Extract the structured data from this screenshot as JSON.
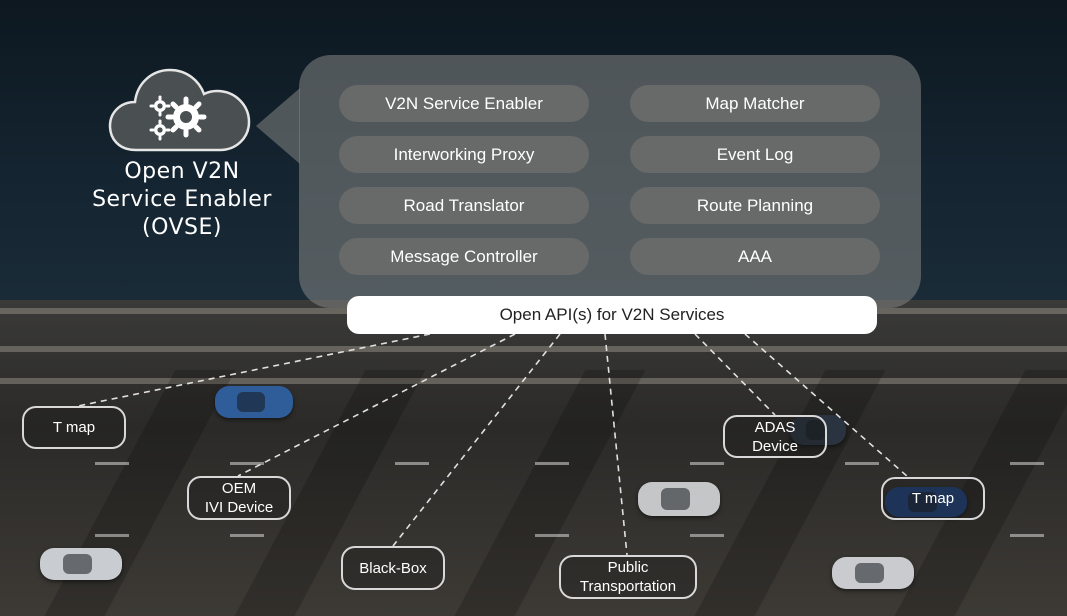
{
  "ovse": {
    "icon": "gears-icon",
    "title": "Open V2N\nService Enabler\n(OVSE)"
  },
  "modules": [
    {
      "label": "V2N Service Enabler"
    },
    {
      "label": "Map Matcher"
    },
    {
      "label": "Interworking Proxy"
    },
    {
      "label": "Event Log"
    },
    {
      "label": "Road Translator"
    },
    {
      "label": "Route Planning"
    },
    {
      "label": "Message Controller"
    },
    {
      "label": "AAA"
    }
  ],
  "api": {
    "label": "Open API(s) for V2N Services"
  },
  "devices": [
    {
      "label": "T map"
    },
    {
      "label": "OEM\nIVI Device"
    },
    {
      "label": "Black-Box"
    },
    {
      "label": "Public\nTransportation"
    },
    {
      "label": "ADAS\nDevice"
    },
    {
      "label": "T map"
    }
  ],
  "colors": {
    "bubble": "#7d807e",
    "module": "#696c6a",
    "api_bar": "#ffffff",
    "device_border": "#d8d8d8",
    "link": "#e0e0e0"
  }
}
